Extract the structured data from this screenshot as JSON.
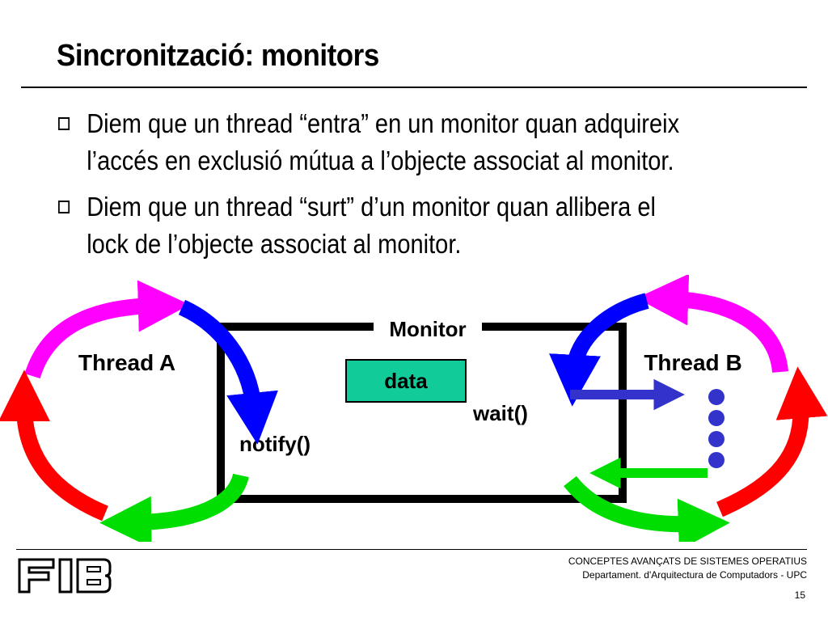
{
  "slide": {
    "title": "Sincronització: monitors",
    "bullets": [
      "Diem que un thread “entra” en un monitor quan adquireix l’accés en exclusió mútua a l’objecte associat al monitor.",
      "Diem que un thread “surt” d’un monitor quan allibera el lock de l’objecte associat al monitor."
    ]
  },
  "diagram": {
    "monitor_label": "Monitor",
    "data_label": "data",
    "thread_a": "Thread A",
    "thread_b": "Thread B",
    "notify_label": "notify()",
    "wait_label": "wait()",
    "colors": {
      "magenta": "#ff00ff",
      "blue": "#0000ff",
      "red": "#ff0000",
      "green": "#00dd00",
      "data_fill": "#11cc99",
      "wait_arrow": "#3333cc",
      "queue": "#3333cc"
    }
  },
  "footer": {
    "line1": "CONCEPTES AVANÇATS DE SISTEMES OPERATIUS",
    "line2": "Departament.  d'Arquitectura de Computadors - UPC",
    "page": "15",
    "logo_text": "FIB"
  }
}
